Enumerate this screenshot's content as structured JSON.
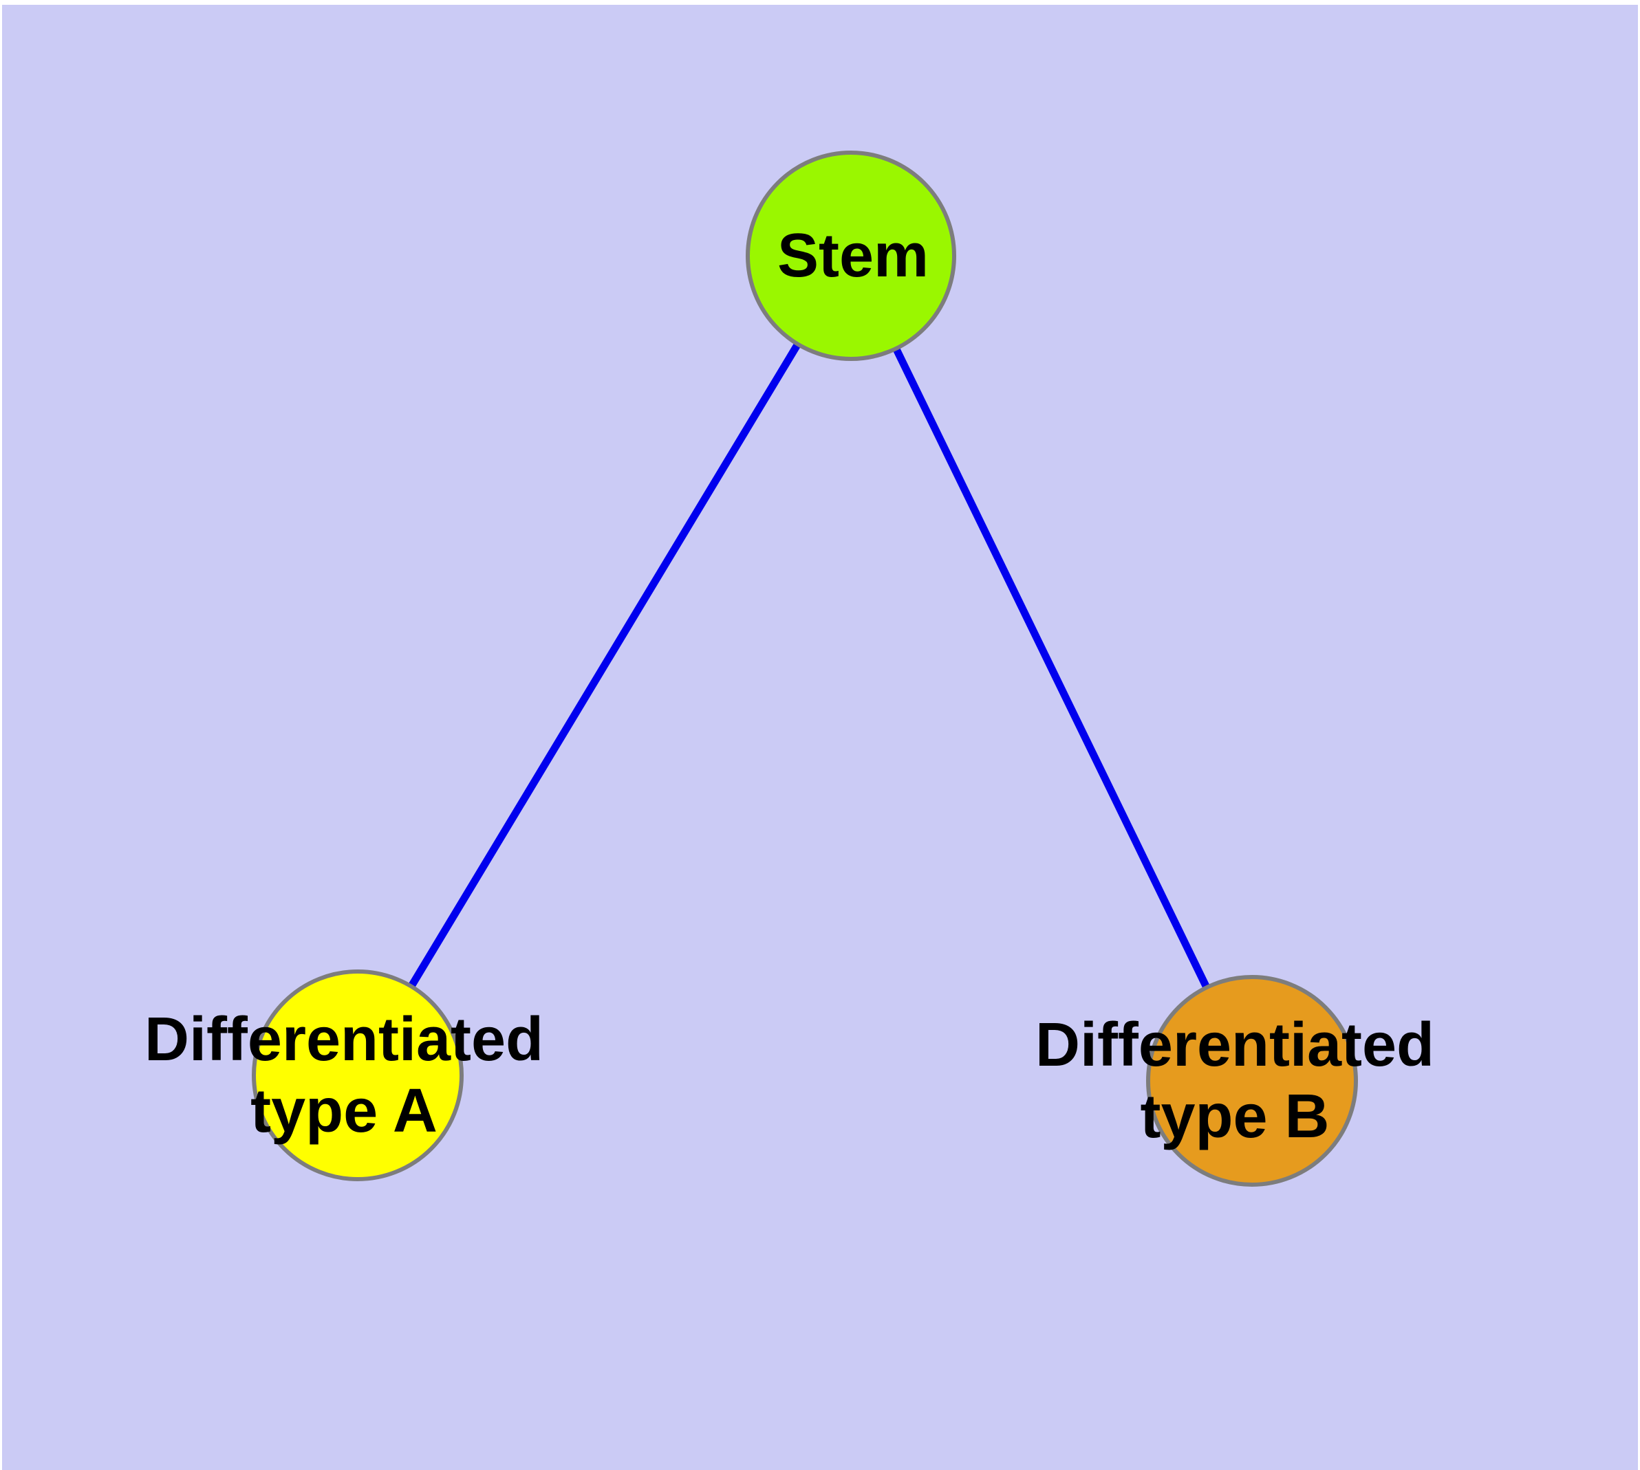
{
  "diagram": {
    "page_background": "#ffffff",
    "canvas_background": "#cbcbf5",
    "text_color": "#000000",
    "edge_color": "#0000ee",
    "node_border_color": "#7d7d7d",
    "nodes": [
      {
        "id": "stem",
        "label": "Stem",
        "fill": "#9af700"
      },
      {
        "id": "differentiated-type-a",
        "label_line1": "Differentiated",
        "label_line2": "type A",
        "fill": "#ffff00"
      },
      {
        "id": "differentiated-type-b",
        "label_line1": "Differentiated",
        "label_line2": "type B",
        "fill": "#e69b1e"
      }
    ],
    "edges": [
      {
        "from": "stem",
        "to": "differentiated-type-a"
      },
      {
        "from": "stem",
        "to": "differentiated-type-b"
      }
    ]
  }
}
